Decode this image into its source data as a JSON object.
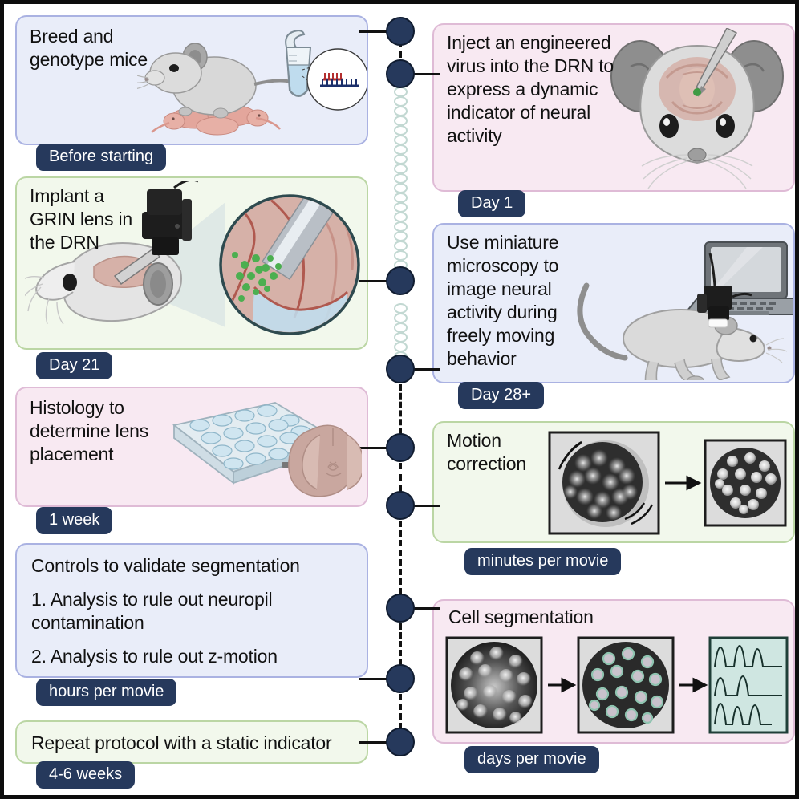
{
  "figure": {
    "type": "protocol-timeline",
    "title": "Miniature microscopy protocol timeline",
    "orientation": "vertical-two-column",
    "node_count": 9
  },
  "colors": {
    "blue_fill": "#e9edf9",
    "blue_border": "#aab2e2",
    "pink_fill": "#f8e9f2",
    "pink_border": "#dfbbd6",
    "green_fill": "#f2f8ec",
    "green_border": "#bbd6a4",
    "pill_bg": "#26395c",
    "pill_text": "#ffffff",
    "node": "#26395c",
    "spine": "#121212",
    "bead": "#c2d8d2",
    "frame": "#0d0d0d"
  },
  "steps": [
    {
      "id": "breed-genotype",
      "side": "left",
      "color": "blue",
      "lines": [
        "Breed and genotype mice"
      ],
      "time_label": "Before starting",
      "illustration": "mouse-with-pups-pcr-tube-dna"
    },
    {
      "id": "inject-virus",
      "side": "right",
      "color": "pink",
      "lines": [
        "Inject an engineered virus into the DRN to express a dynamic indicator of neural activity"
      ],
      "time_label": "Day 1",
      "illustration": "mouse-head-stereotaxic-injection"
    },
    {
      "id": "implant-grin-lens",
      "side": "left",
      "color": "green",
      "lines": [
        "Implant a GRIN lens in the DRN"
      ],
      "time_label": "Day 21",
      "illustration": "mouse-head-lens-implant-brain-zoom"
    },
    {
      "id": "miniature-microscopy",
      "side": "right",
      "color": "blue",
      "lines": [
        "Use miniature microscopy to image neural activity during freely moving behavior"
      ],
      "time_label": "Day 28+",
      "illustration": "freely-moving-mouse-miniscope-laptop"
    },
    {
      "id": "histology",
      "side": "left",
      "color": "pink",
      "lines": [
        "Histology to determine lens placement"
      ],
      "time_label": "1 week",
      "illustration": "well-plate-brain-section"
    },
    {
      "id": "motion-correction",
      "side": "right",
      "color": "green",
      "lines": [
        "Motion correction"
      ],
      "time_label": "minutes per movie",
      "illustration": "blurred-fov-to-corrected-fov"
    },
    {
      "id": "controls-validate-segmentation",
      "side": "left",
      "color": "blue",
      "lines": [
        "Controls to validate segmentation",
        "1. Analysis to rule out neuropil contamination",
        "2. Analysis to rule out z-motion"
      ],
      "time_label": "hours per movie",
      "illustration": "none"
    },
    {
      "id": "cell-segmentation",
      "side": "right",
      "color": "pink",
      "lines": [
        "Cell segmentation"
      ],
      "time_label": "days per movie",
      "illustration": "fov-to-rois-to-calcium-traces"
    },
    {
      "id": "repeat-protocol",
      "side": "left",
      "color": "green",
      "lines": [
        "Repeat protocol with a static indicator"
      ],
      "time_label": "4-6 weeks",
      "illustration": "none"
    }
  ]
}
